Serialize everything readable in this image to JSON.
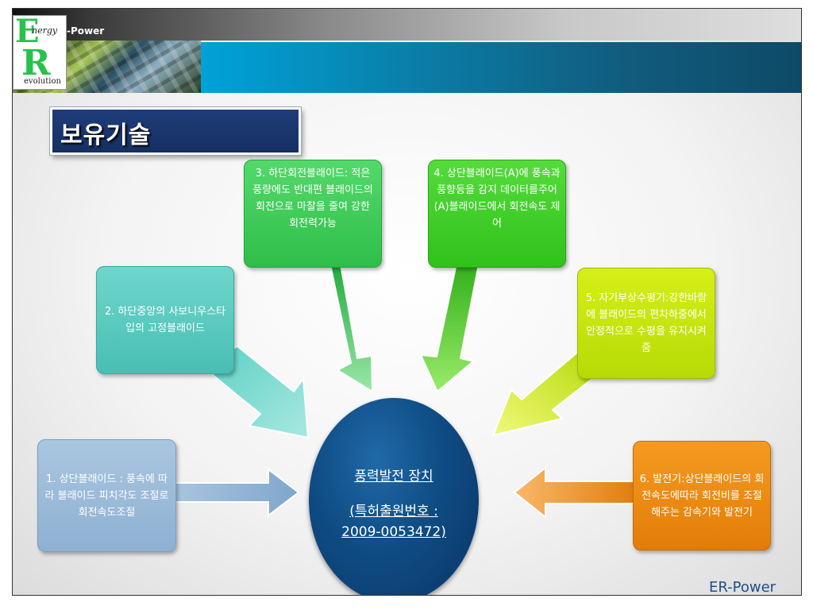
{
  "header": {
    "title": "-Power"
  },
  "logo": {
    "letter1": "E",
    "word1": "nergy",
    "letter2": "R",
    "word2": "evolution"
  },
  "section_title": "보유기술",
  "boxes": {
    "b1": "1. 상단블래이드 : 풍속에 따라 블래이드 피치각도 조절로 회전속도조절",
    "b2": "2. 하단중앙의 사보니우스타입의 고정블래이드",
    "b3": "3. 하단회전블래이드: 적은 풍량에도 반대편 블래이드의 회전으로 마찰을 줄여 강한 회전력가능",
    "b4": "4. 상단블래이드(A)에 풍속과 풍향등을 감지 데이터를주어(A)블래이드에서 회전속도 제어",
    "b5": "5. 자기부상수평기:강한바람에 블래이드의 편차하중에서 안정적으로 수평을 유지시켜 줌",
    "b6": "6. 발전기:상단블래이드의 회전속도에따라 회전비를 조절해주는 감속기와 발전기"
  },
  "hub": {
    "line1": "풍력발전 장치",
    "line2": "(특허출원번호 :",
    "line3": "2009-0053472)"
  },
  "footer": "ER-Power",
  "colors": {
    "b1": "#9bbbd8",
    "b2": "#5fcdc3",
    "b3": "#3fcb5a",
    "b4": "#3fce2c",
    "b5": "#c8e80c",
    "b6": "#f08a10",
    "hub": "#0f4c84",
    "title_bg": "#1e3d7a"
  }
}
